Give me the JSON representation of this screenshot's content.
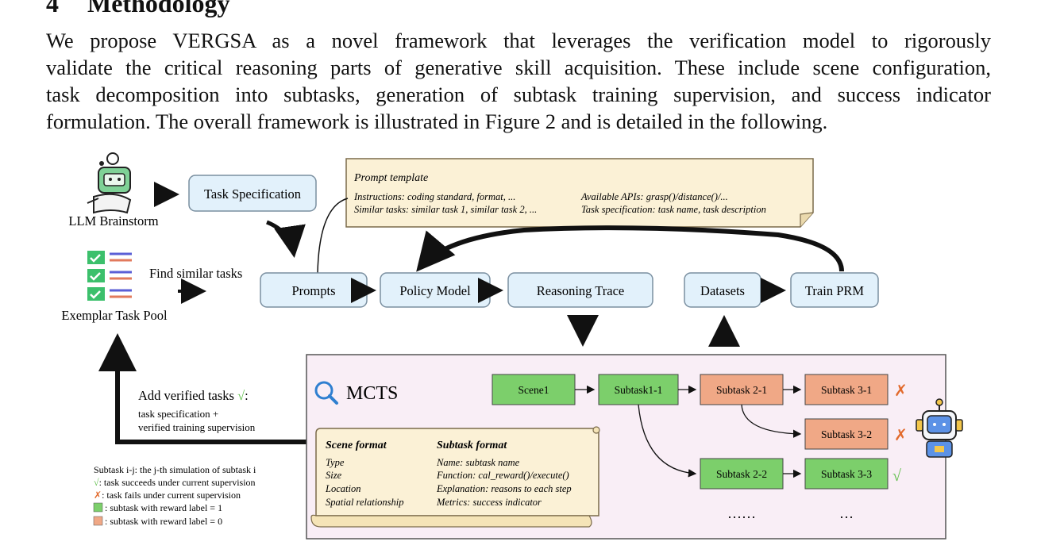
{
  "section": {
    "number": "4",
    "title": "Methodology"
  },
  "paragraph_lines": [
    "We propose VERGSA as a novel framework that leverages the verification model to rigorously",
    "validate the critical reasoning parts of generative skill acquisition. These include scene configuration,",
    "task decomposition into subtasks, generation of subtask training supervision, and success indicator",
    "formulation. The overall framework is illustrated in Figure 2 and is detailed in the following."
  ],
  "figure": {
    "llm_brainstorm": "LLM Brainstorm",
    "exemplar_pool": "Exemplar Task Pool",
    "find_similar": "Find similar tasks",
    "task_spec": "Task Specification",
    "prompts": "Prompts",
    "policy_model": "Policy Model",
    "reasoning_trace": "Reasoning Trace",
    "datasets": "Datasets",
    "train_prm": "Train PRM",
    "prompt_template": {
      "title": "Prompt template",
      "line1a": "Instructions: coding standard, format, ...",
      "line1b": "Available APIs: grasp()/distance()/...",
      "line2a": "Similar tasks: similar task 1, similar task 2, ...",
      "line2b": "Task specification: task name, task description"
    },
    "add_verified": {
      "title": "Add verified tasks",
      "check": "√",
      "colon": ":",
      "line2": "task specification +",
      "line3": "verified training supervision"
    },
    "legend": {
      "line1": "Subtask i-j: the j-th simulation of subtask i",
      "check": "√",
      "line2": ": task succeeds under current supervision",
      "cross": "✗",
      "line3": ": task fails under current supervision",
      "line4": ": subtask with reward label = 1",
      "line5": ": subtask with reward label = 0"
    },
    "mcts": {
      "title": "MCTS",
      "nodes": {
        "scene1": "Scene1",
        "s11": "Subtask1-1",
        "s21": "Subtask 2-1",
        "s31": "Subtask 3-1",
        "s32": "Subtask 3-2",
        "s22": "Subtask 2-2",
        "s33": "Subtask 3-3"
      },
      "dots_long": "……",
      "dots_short": "…",
      "mark_cross": "✗",
      "mark_check": "√"
    },
    "format_scroll": {
      "scene_title": "Scene  format",
      "scene_items": [
        "Type",
        "Size",
        "Location",
        "Spatial relationship"
      ],
      "subtask_title": "Subtask  format",
      "subtask_items": [
        "Name: subtask name",
        "Function: cal_reward()/execute()",
        "Explanation: reasons to each step",
        "Metrics: success indicator"
      ]
    },
    "colors": {
      "blue_box": "#e2f1fb",
      "green_node": "#7ccf6b",
      "orange_node": "#f0a886",
      "mcts_bg": "#f9eef6",
      "scroll_bg": "#fbf1d6",
      "check": "#5fbf4a",
      "cross": "#e26a2c"
    }
  }
}
